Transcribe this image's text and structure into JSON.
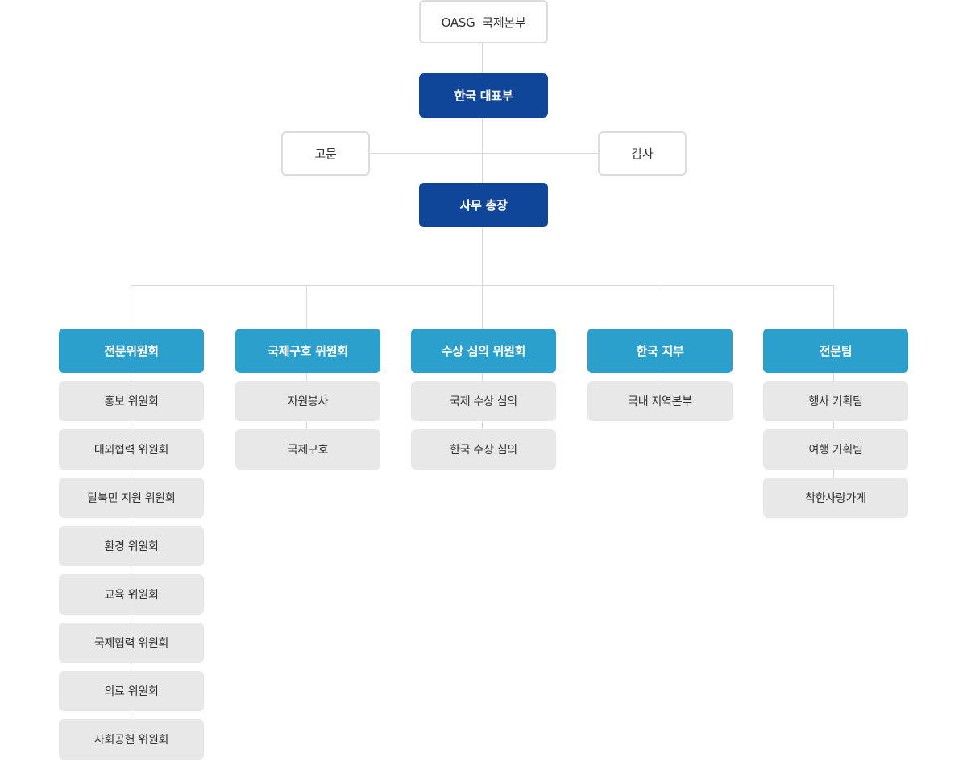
{
  "org": {
    "top": "OASG  국제본부",
    "representative": "한국 대표부",
    "advisor": "고문",
    "auditor": "감사",
    "secretary_general": "사무 총장",
    "divisions": [
      {
        "name": "전문위원회",
        "items": [
          "홍보 위원회",
          "대외협력 위원회",
          "탈북민 지원 위원회",
          "환경 위원회",
          "교육 위원회",
          "국제협력 위원회",
          "의료 위원회",
          "사회공헌 위원회"
        ]
      },
      {
        "name": "국제구호 위원회",
        "items": [
          "자원봉사",
          "국제구호"
        ]
      },
      {
        "name": "수상 심의 위원회",
        "items": [
          "국제 수상 심의",
          "한국 수상 심의"
        ]
      },
      {
        "name": "한국 지부",
        "items": [
          "국내 지역본부"
        ]
      },
      {
        "name": "전문팀",
        "items": [
          "행사 기획팀",
          "여행 기획팀",
          "착한사랑가게"
        ]
      }
    ]
  }
}
